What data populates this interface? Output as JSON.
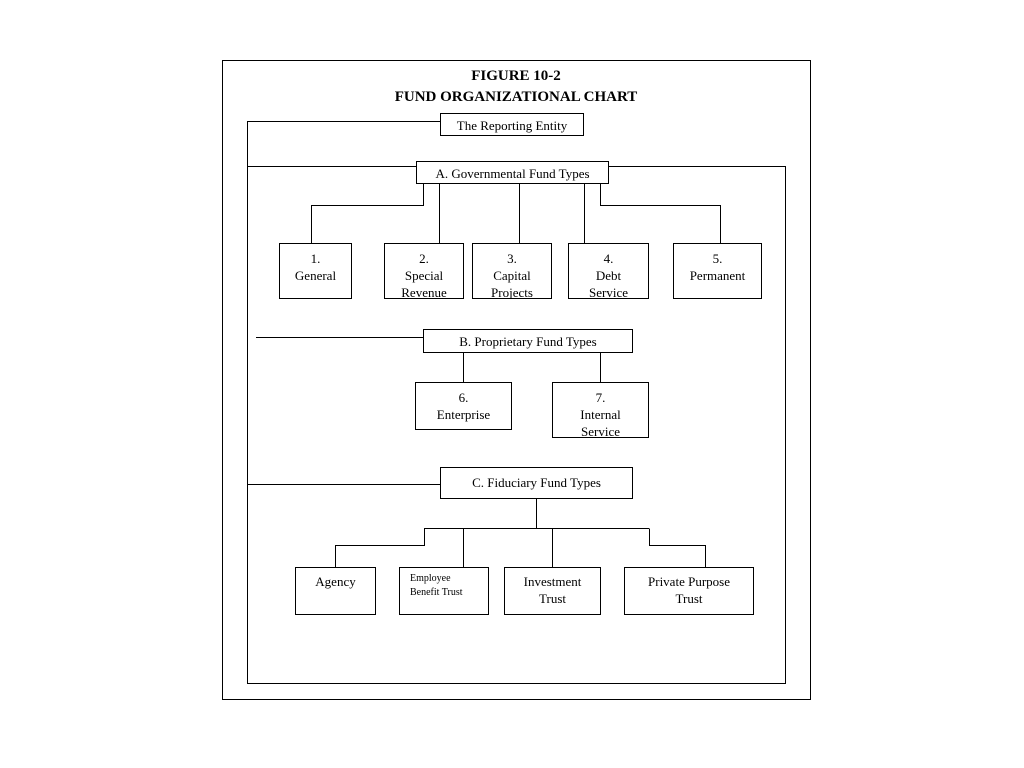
{
  "figure": {
    "title_line1": "FIGURE 10-2",
    "title_line2": "FUND ORGANIZATIONAL CHART"
  },
  "root": {
    "label": "The Reporting Entity"
  },
  "groups": {
    "governmental": {
      "label": "A. Governmental Fund Types",
      "funds": [
        {
          "number": "1.",
          "name_line1": "General",
          "name_line2": ""
        },
        {
          "number": "2.",
          "name_line1": "Special",
          "name_line2": "Revenue"
        },
        {
          "number": "3.",
          "name_line1": "Capital",
          "name_line2": "Projects"
        },
        {
          "number": "4.",
          "name_line1": "Debt",
          "name_line2": "Service"
        },
        {
          "number": "5.",
          "name_line1": "Permanent",
          "name_line2": ""
        }
      ]
    },
    "proprietary": {
      "label": "B. Proprietary Fund Types",
      "funds": [
        {
          "number": "6.",
          "name_line1": "Enterprise",
          "name_line2": ""
        },
        {
          "number": "7.",
          "name_line1": "Internal",
          "name_line2": "Service"
        }
      ]
    },
    "fiduciary": {
      "label": "C. Fiduciary Fund Types",
      "funds": [
        {
          "name_line1": "Agency",
          "name_line2": ""
        },
        {
          "name_line1": "Employee",
          "name_line2": "Benefit Trust"
        },
        {
          "name_line1": "Investment",
          "name_line2": "Trust"
        },
        {
          "name_line1": "Private Purpose",
          "name_line2": "Trust"
        }
      ]
    }
  }
}
